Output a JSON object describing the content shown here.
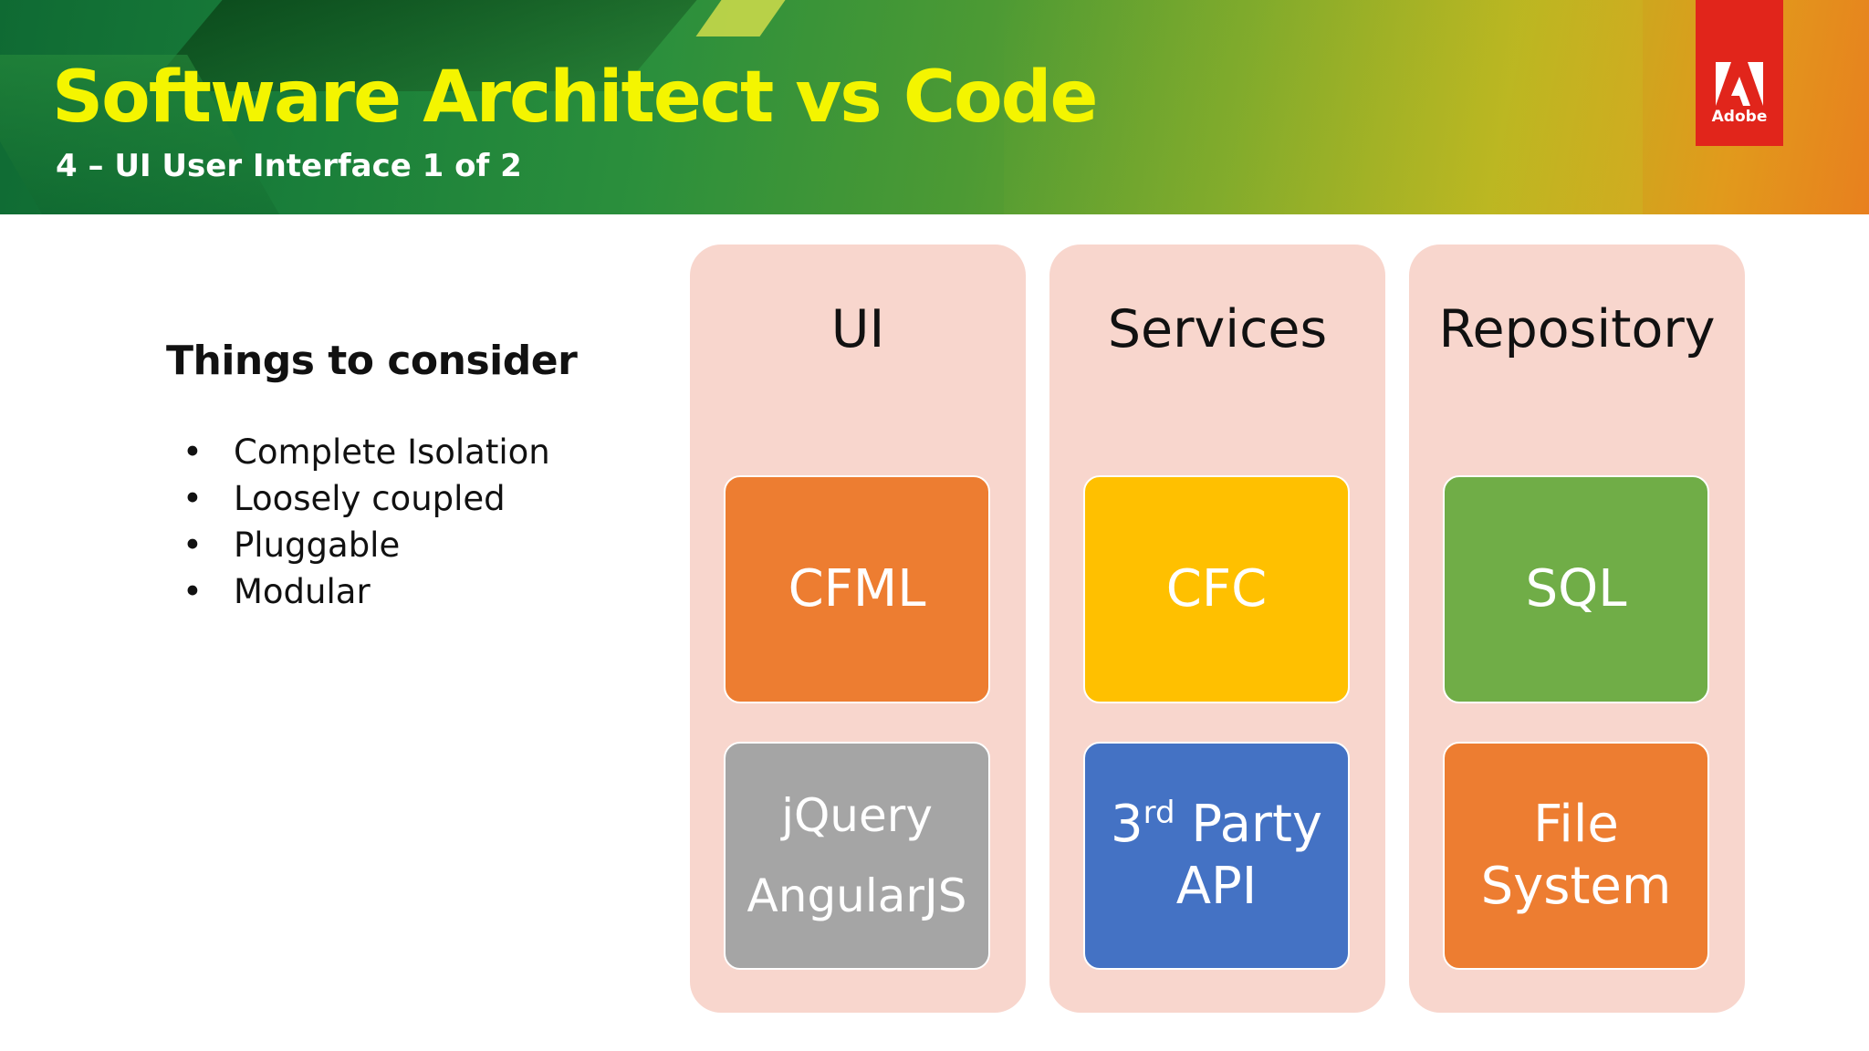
{
  "header": {
    "title": "Software Architect vs Code",
    "subtitle": "4 – UI User Interface 1 of 2",
    "logo_text": "Adobe",
    "colors": {
      "title": "#f4f500",
      "logo_bg": "#e1251b"
    }
  },
  "left_panel": {
    "heading": "Things to consider",
    "bullet": "•",
    "bullets": [
      "Complete Isolation",
      "Loosely coupled",
      "Pluggable",
      "Modular"
    ]
  },
  "columns": [
    {
      "heading": "UI",
      "cards": [
        {
          "lines": [
            "CFML"
          ],
          "color": "#ed7d31"
        },
        {
          "lines": [
            "jQuery",
            "AngularJS"
          ],
          "color": "#a5a5a5"
        }
      ]
    },
    {
      "heading": "Services",
      "cards": [
        {
          "lines": [
            "CFC"
          ],
          "color": "#ffc000"
        },
        {
          "number": "3",
          "superscript": "rd",
          "rest": " Party",
          "line2": "API",
          "color": "#4472c4"
        }
      ]
    },
    {
      "heading": "Repository",
      "cards": [
        {
          "lines": [
            "SQL"
          ],
          "color": "#70ad47"
        },
        {
          "lines": [
            "File",
            "System"
          ],
          "color": "#ed7d31"
        }
      ]
    }
  ],
  "column_bg": "#f8d6cd"
}
